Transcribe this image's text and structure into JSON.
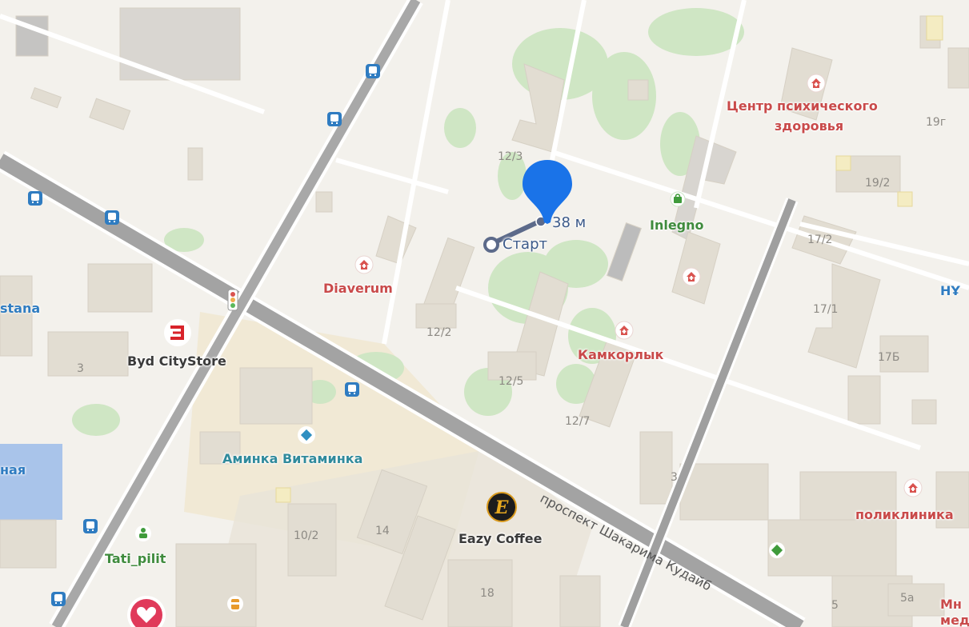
{
  "map": {
    "route": {
      "start_label": "Старт",
      "distance_label": "38 м"
    },
    "places": {
      "mental_health_center_line1": "Центр психического",
      "mental_health_center_line2": "здоровья",
      "inlegno": "Inlegno",
      "diaverum": "Diaverum",
      "kamkorlyk": "Камкорлык",
      "byd_citystore": "Byd CityStore",
      "aminka": "Аминка Витаминка",
      "eazy_coffee": "Eazy Coffee",
      "tati_pilit": "Tati_pilit",
      "polyclinic": "поликлиника",
      "nur_partial": "НҰ",
      "astana_partial": "stana",
      "left_partial": "ная",
      "right_bottom_line1": "Мн",
      "right_bottom_line2": "мед"
    },
    "street": "проспект Шакарима Кудайб",
    "house_numbers": {
      "h12_3": "12/3",
      "h12_2": "12/2",
      "h12_5": "12/5",
      "h12_7": "12/7",
      "h19g": "19г",
      "h19_2": "19/2",
      "h17_2": "17/2",
      "h17_1": "17/1",
      "h17b": "17Б",
      "h3a": "3",
      "h3b": "3",
      "h10_2": "10/2",
      "h14": "14",
      "h18": "18",
      "h5": "5",
      "h5a": "5а"
    },
    "colors": {
      "background": "#f3f1ec",
      "building": "#e3ded4",
      "road": "#a5a5a5",
      "park": "#cfe6c4",
      "route": "#5c6a8a",
      "pin": "#1a73e8",
      "poi_red": "#c94a4a"
    },
    "icons": {
      "pin": "location-pin-icon",
      "bus": "bus-stop-icon",
      "medical": "medical-house-icon",
      "shop": "shopping-bag-icon",
      "traffic": "traffic-light-icon",
      "coffee": "coffee-e-icon",
      "brand": "byd-logo-icon",
      "heart": "heart-icon"
    }
  }
}
